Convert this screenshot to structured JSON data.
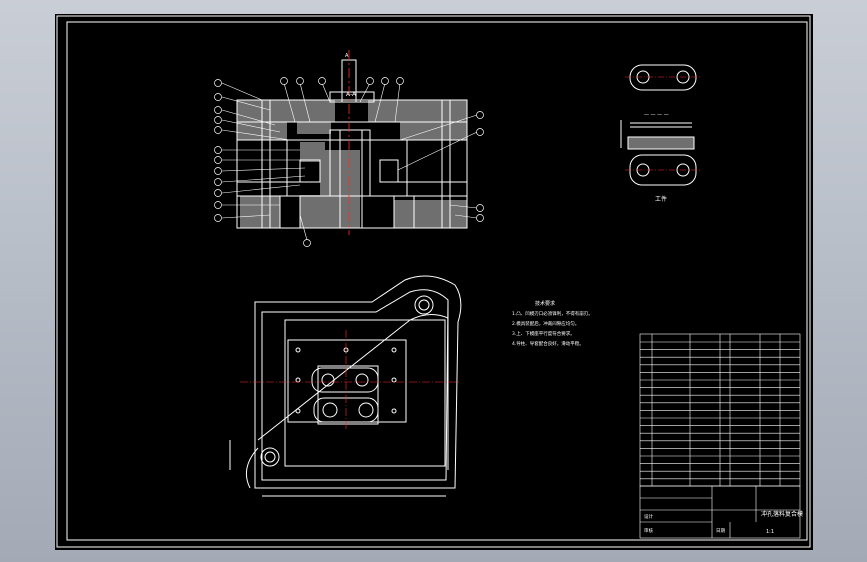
{
  "drawing": {
    "background_color": "#000000",
    "line_color": "#ffffff",
    "hatch_color": "#7a7a7a",
    "centerline_color": "#ff2a2a",
    "viewport_color": "#b5bbc5",
    "section_label": "A-A",
    "section_marker": "A",
    "part_view_label": "工件",
    "technical_requirements_title": "技术要求",
    "technical_requirements": [
      "1.凸、凹模刃口必须锋利，不得有崩刃。",
      "2.模具装配后，冲裁间隙应均匀。",
      "3.上、下模座平行度符合要求。",
      "4.导柱、导套配合良好，滑动平稳。"
    ],
    "title_block": {
      "drawing_title": "冲孔落料复合模",
      "scale": "1:1",
      "designer_label": "设计",
      "checker_label": "审核",
      "date_label": "日期"
    }
  }
}
